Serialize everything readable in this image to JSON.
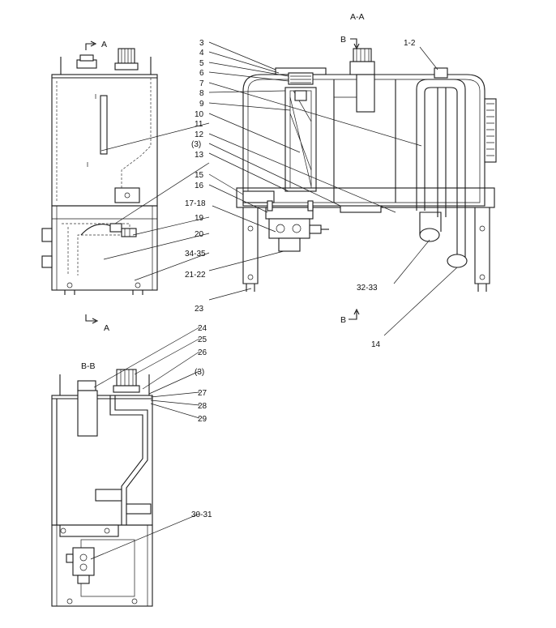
{
  "section_titles": {
    "aa": "A-A",
    "bb": "B-B"
  },
  "section_marks": {
    "a_top": "A",
    "a_bottom": "A",
    "b_top": "B",
    "b_bottom": "B"
  },
  "part_labels": {
    "p3": "3",
    "p4": "4",
    "p5": "5",
    "p6": "6",
    "p7": "7",
    "p8": "8",
    "p9": "9",
    "p10": "10",
    "p11": "11",
    "p12": "12",
    "p3ref_a": "(3)",
    "p13": "13",
    "p15": "15",
    "p16": "16",
    "p17_18": "17-18",
    "p19": "19",
    "p20": "20",
    "p34_35": "34-35",
    "p21_22": "21-22",
    "p23": "23",
    "p1_2": "1-2",
    "p32_33": "32-33",
    "p14": "14",
    "p24": "24",
    "p25": "25",
    "p26": "26",
    "p3ref_b": "(3)",
    "p27": "27",
    "p28": "28",
    "p29": "29",
    "p30_31": "30-31"
  }
}
